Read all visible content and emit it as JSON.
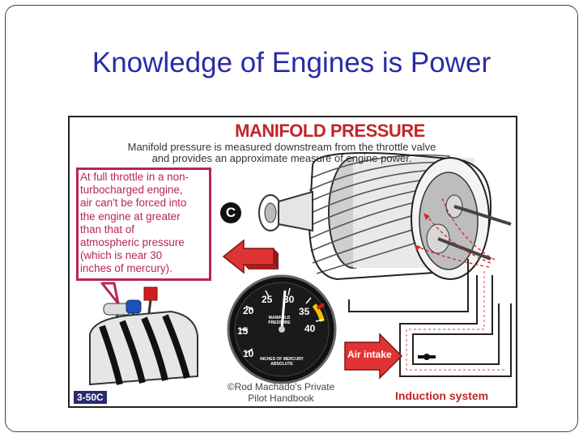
{
  "slide": {
    "title": "Knowledge of Engines is Power"
  },
  "figure": {
    "title": "MANIFOLD PRESSURE",
    "subtitle": "Manifold pressure is measured downstream from the throttle valve and provides an approximate measure of engine power.",
    "callout_lines": [
      "At full throttle in a non-",
      "turbocharged engine,",
      "air can't be forced into",
      "the engine at greater",
      "than that of",
      "atmospheric pressure",
      "(which is near 30",
      "inches of mercury)."
    ],
    "marker": "C",
    "gauge": {
      "ticks": [
        "10",
        "15",
        "20",
        "25",
        "30",
        "35",
        "40"
      ],
      "label_top": "MANIFOLD PRESSURE",
      "label_bottom": "INCHES OF MERCURY ABSOLUTE",
      "redline_color": "#d41c1c",
      "yellow_arc_color": "#f2c400"
    },
    "air_intake_label": "Air intake",
    "induction_label": "Induction system",
    "figure_number": "3-50C",
    "credit": "©Rod Machado's Private Pilot Handbook",
    "colors": {
      "accent_red": "#c0262a",
      "callout_magenta": "#b7245a",
      "title_blue": "#2a2aa8",
      "badge_navy": "#2a2a72"
    }
  }
}
